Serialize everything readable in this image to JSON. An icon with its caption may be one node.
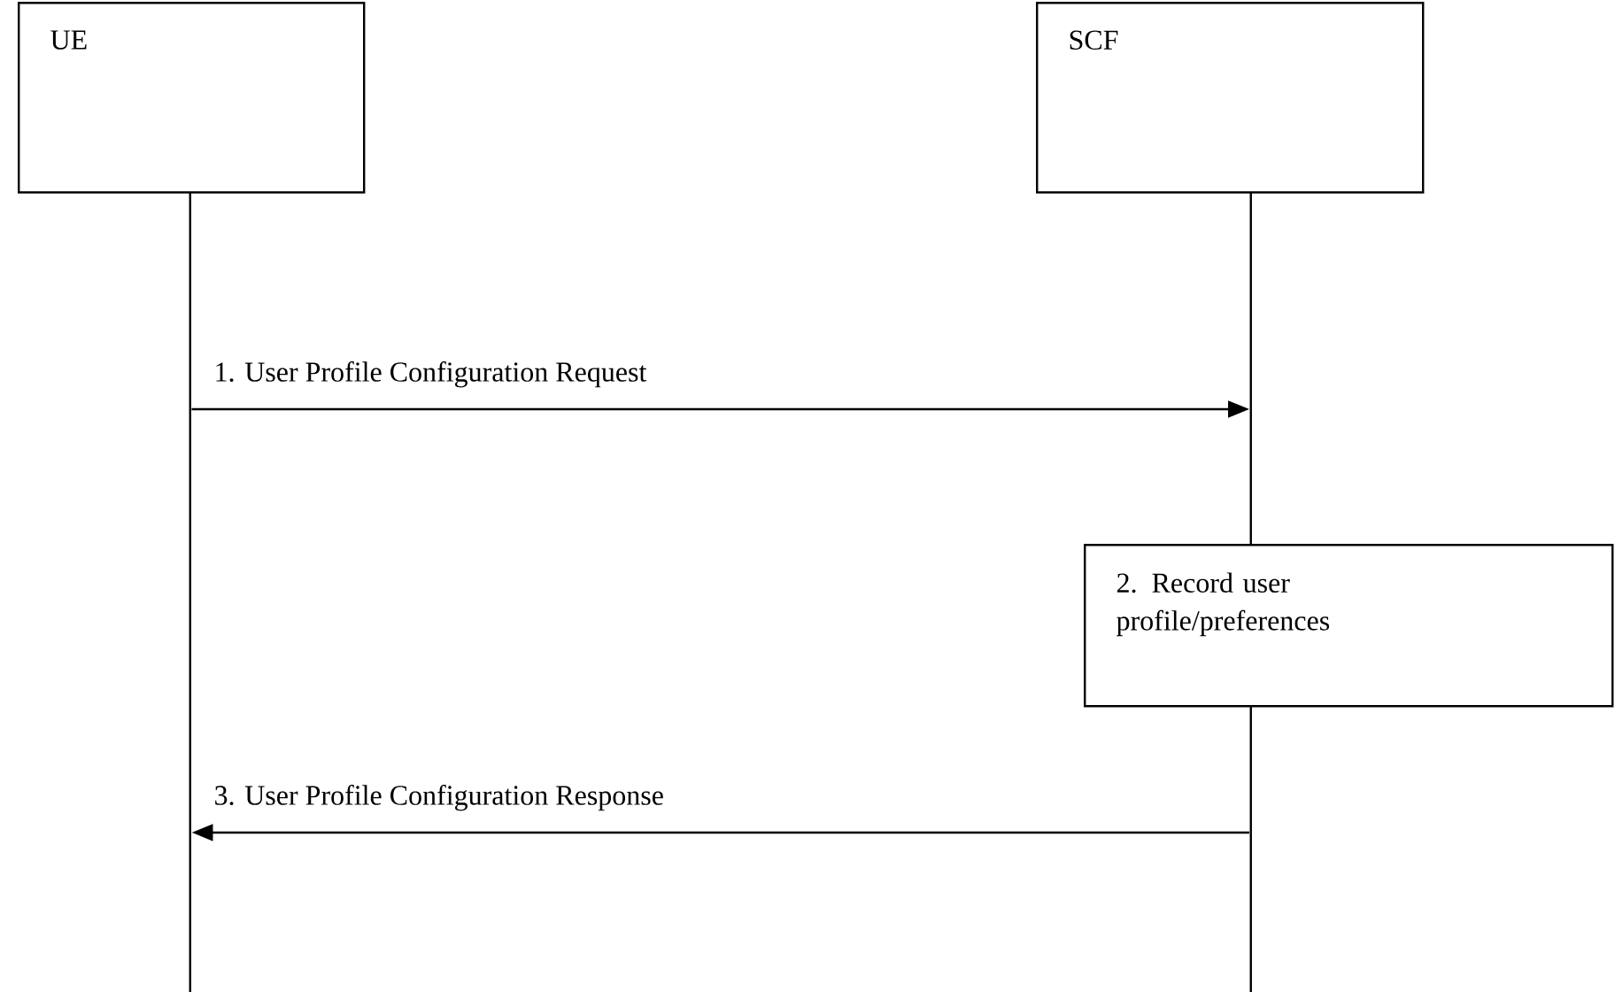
{
  "diagram": {
    "nodes": [
      {
        "text": [
          "UE"
        ]
      },
      {
        "text": [
          "SCF"
        ]
      },
      {
        "text": [],
        "shape": "line"
      },
      {
        "text": [],
        "shape": "line"
      },
      {
        "text": [
          "2. Record user profile/preferences"
        ]
      }
    ],
    "edges": [
      {
        "from": 2,
        "to": 3,
        "arrow": "to",
        "label": "1. User Profile Configuration Request"
      },
      {
        "from": 3,
        "to": 2,
        "arrow": "to",
        "label": "3. User Profile Configuration Response"
      }
    ]
  }
}
